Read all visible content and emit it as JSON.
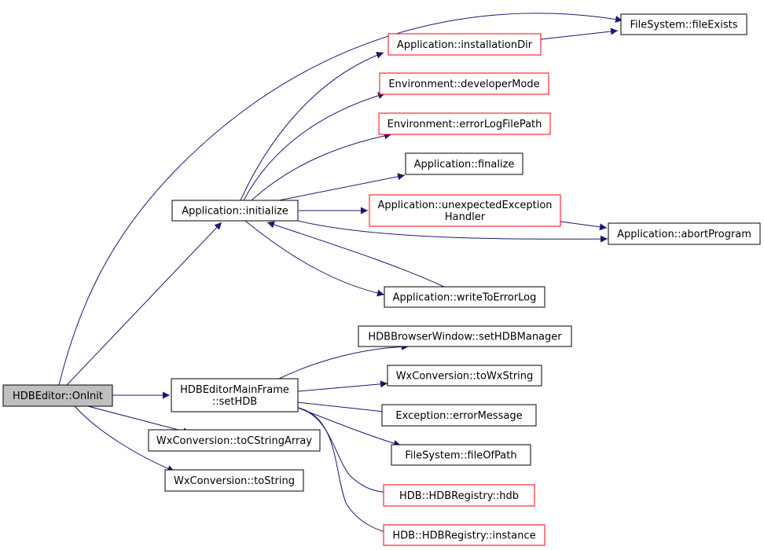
{
  "colors": {
    "edge": "#191970",
    "border_default": "#000000",
    "border_truncated": "#ff0000",
    "fill_default": "#ffffff",
    "fill_root": "#bfbfbf"
  },
  "nodes": [
    {
      "id": "n0",
      "label": [
        "HDBEditor::OnInit"
      ],
      "style": "root"
    },
    {
      "id": "n1",
      "label": [
        "Application::initialize"
      ],
      "style": "default"
    },
    {
      "id": "n2",
      "label": [
        "HDBEditorMainFrame",
        "::setHDB"
      ],
      "style": "default"
    },
    {
      "id": "n3",
      "label": [
        "WxConversion::toCStringArray"
      ],
      "style": "default"
    },
    {
      "id": "n4",
      "label": [
        "WxConversion::toString"
      ],
      "style": "default"
    },
    {
      "id": "n5",
      "label": [
        "FileSystem::fileExists"
      ],
      "style": "default"
    },
    {
      "id": "n6",
      "label": [
        "Application::installationDir"
      ],
      "style": "truncated"
    },
    {
      "id": "n7",
      "label": [
        "Environment::developerMode"
      ],
      "style": "truncated"
    },
    {
      "id": "n8",
      "label": [
        "Environment::errorLogFilePath"
      ],
      "style": "truncated"
    },
    {
      "id": "n9",
      "label": [
        "Application::finalize"
      ],
      "style": "default"
    },
    {
      "id": "n10",
      "label": [
        "Application::unexpectedException",
        "Handler"
      ],
      "style": "truncated"
    },
    {
      "id": "n11",
      "label": [
        "Application::abortProgram"
      ],
      "style": "default"
    },
    {
      "id": "n12",
      "label": [
        "Application::writeToErrorLog"
      ],
      "style": "default"
    },
    {
      "id": "n13",
      "label": [
        "HDBBrowserWindow::setHDBManager"
      ],
      "style": "default"
    },
    {
      "id": "n14",
      "label": [
        "WxConversion::toWxString"
      ],
      "style": "default"
    },
    {
      "id": "n15",
      "label": [
        "Exception::errorMessage"
      ],
      "style": "default"
    },
    {
      "id": "n16",
      "label": [
        "FileSystem::fileOfPath"
      ],
      "style": "default"
    },
    {
      "id": "n17",
      "label": [
        "HDB::HDBRegistry::hdb"
      ],
      "style": "truncated"
    },
    {
      "id": "n18",
      "label": [
        "HDB::HDBRegistry::instance"
      ],
      "style": "truncated"
    }
  ],
  "edges": [
    {
      "from": "n0",
      "to": "n1"
    },
    {
      "from": "n0",
      "to": "n5"
    },
    {
      "from": "n0",
      "to": "n2"
    },
    {
      "from": "n0",
      "to": "n3"
    },
    {
      "from": "n0",
      "to": "n4"
    },
    {
      "from": "n1",
      "to": "n6"
    },
    {
      "from": "n1",
      "to": "n7"
    },
    {
      "from": "n1",
      "to": "n8"
    },
    {
      "from": "n1",
      "to": "n9"
    },
    {
      "from": "n1",
      "to": "n10"
    },
    {
      "from": "n1",
      "to": "n11"
    },
    {
      "from": "n1",
      "to": "n12"
    },
    {
      "from": "n6",
      "to": "n5"
    },
    {
      "from": "n10",
      "to": "n11"
    },
    {
      "from": "n12",
      "to": "n1"
    },
    {
      "from": "n2",
      "to": "n13"
    },
    {
      "from": "n2",
      "to": "n14"
    },
    {
      "from": "n2",
      "to": "n15"
    },
    {
      "from": "n2",
      "to": "n16"
    },
    {
      "from": "n2",
      "to": "n17"
    },
    {
      "from": "n2",
      "to": "n18"
    }
  ]
}
